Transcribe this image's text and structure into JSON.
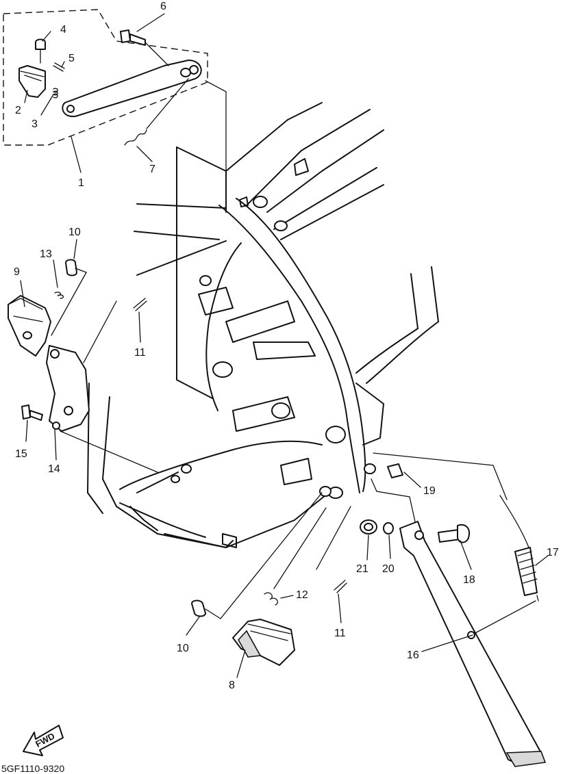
{
  "callouts": [
    "1",
    "2",
    "3",
    "4",
    "5",
    "6",
    "7",
    "8",
    "9",
    "10",
    "10",
    "11",
    "11",
    "12",
    "13",
    "14",
    "15",
    "16",
    "17",
    "18",
    "19",
    "20",
    "21"
  ],
  "fwd_label": "FWD",
  "diagram_code": "5GF1110-9320"
}
